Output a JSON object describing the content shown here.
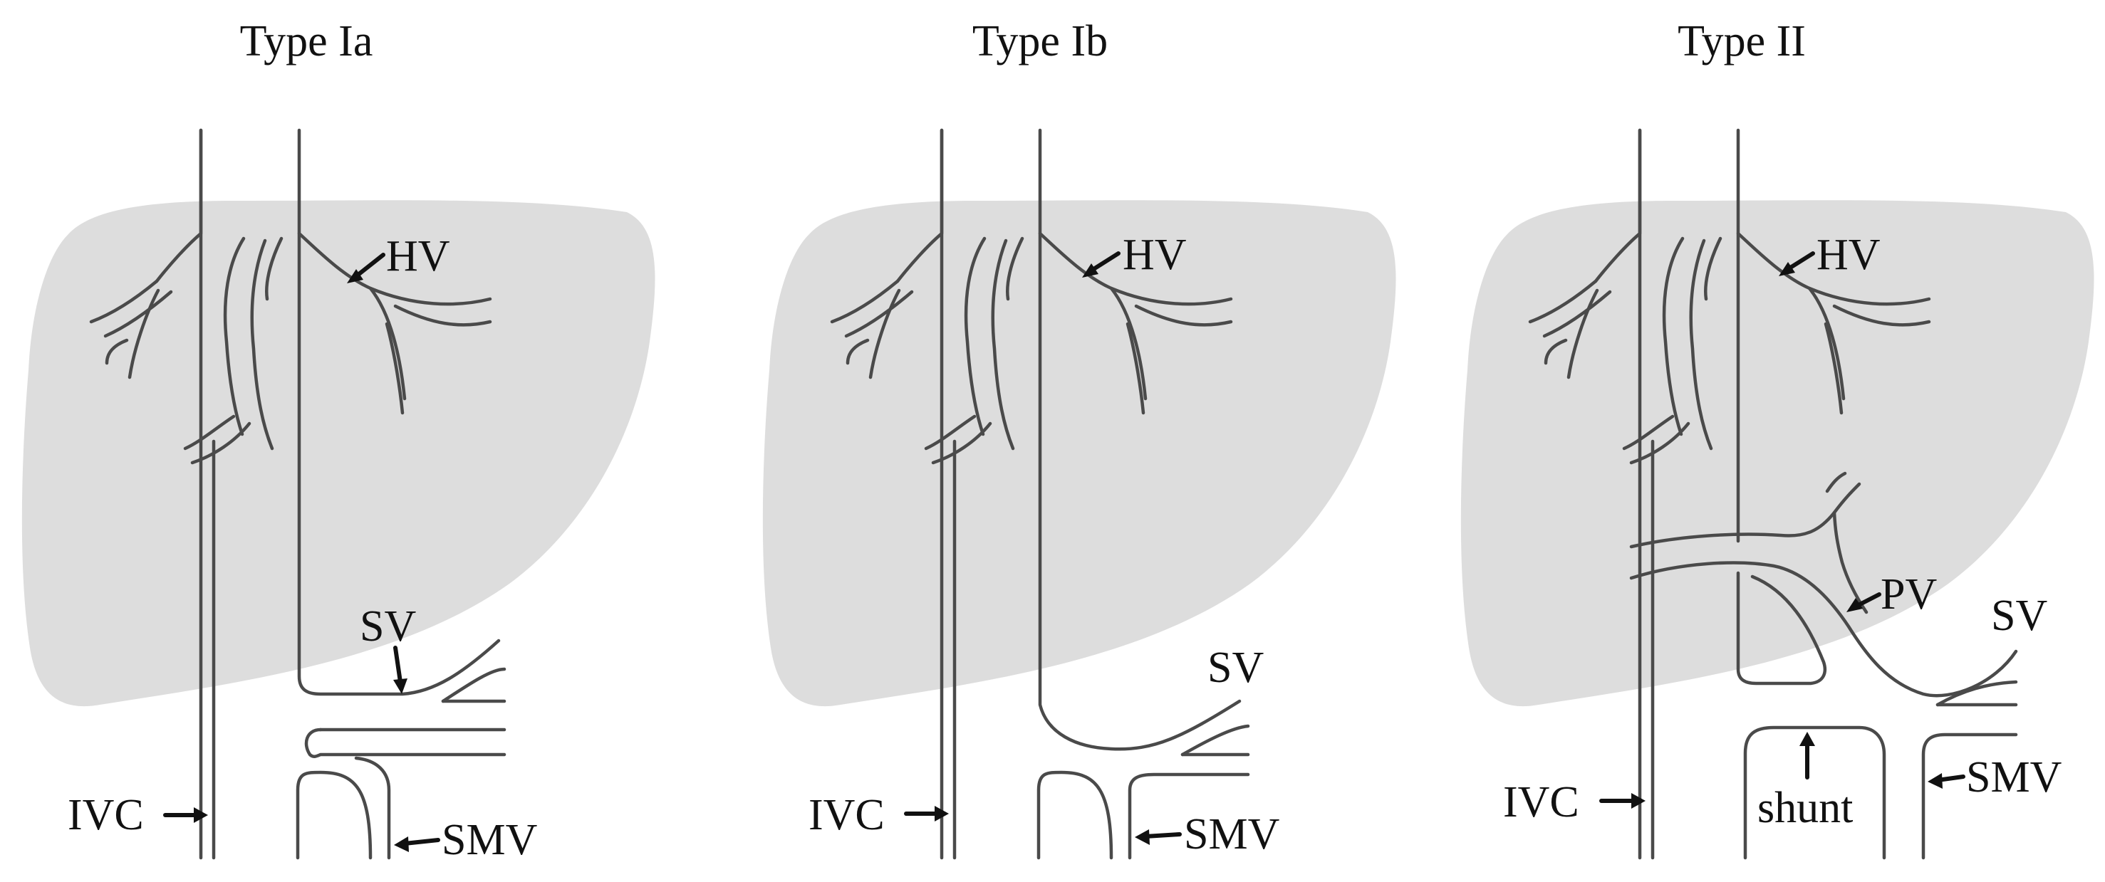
{
  "colors": {
    "liver": "#dddddd",
    "vessel": "#4a4a4a",
    "text": "#111111",
    "background": "#ffffff"
  },
  "panels": [
    {
      "title": "Type Ia",
      "labels": {
        "hv": "HV",
        "sv": "SV",
        "ivc": "IVC",
        "smv": "SMV"
      }
    },
    {
      "title": "Type Ib",
      "labels": {
        "hv": "HV",
        "sv": "SV",
        "ivc": "IVC",
        "smv": "SMV"
      }
    },
    {
      "title": "Type II",
      "labels": {
        "hv": "HV",
        "pv": "PV",
        "sv": "SV",
        "ivc": "IVC",
        "smv": "SMV",
        "shunt": "shunt"
      }
    }
  ]
}
